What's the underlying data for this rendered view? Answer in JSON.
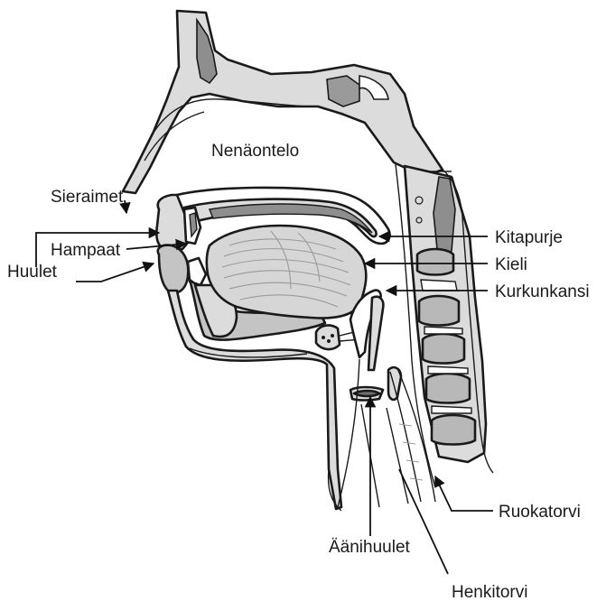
{
  "labels": {
    "nenaontelo": "Nenäontelo",
    "sieraimet": "Sieraimet",
    "hampaat": "Hampaat",
    "huulet": "Huulet",
    "kitapurje": "Kitapurje",
    "kieli": "Kieli",
    "kurkunkansi": "Kurkunkansi",
    "ruokatorvi": "Ruokatorvi",
    "aanihuulet": "Äänihuulet",
    "henkitorvi": "Henkitorvi"
  },
  "colors": {
    "outline": "#1a1a1a",
    "tissue_light": "#dcdcdc",
    "tissue_mid": "#c4c4c4",
    "tissue_dark": "#8e8e8e",
    "background": "#ffffff"
  }
}
